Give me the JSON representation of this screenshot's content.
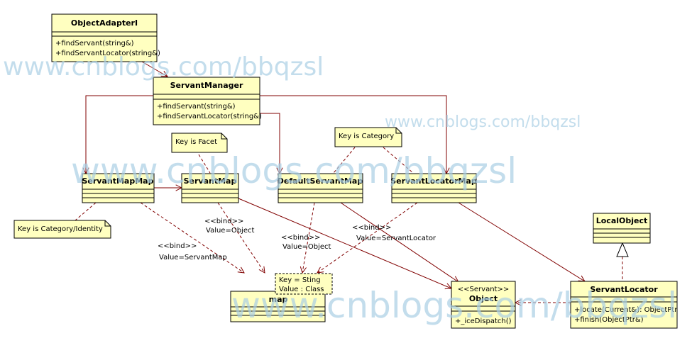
{
  "colors": {
    "box_fill": "#ffffc0",
    "box_stroke": "#000000",
    "line": "#800000",
    "watermark": "#a9cfe4"
  },
  "watermarks": [
    "www.cnblogs.com/bbqzsl",
    "www.cnblogs.com/bbqzsl",
    "www.cnblogs.com/bbqzsl",
    "www.cnblogs.com/bbqzsl"
  ],
  "classes": {
    "object_adapter": {
      "name": "ObjectAdapterI",
      "ops": [
        "+findServant(string&)",
        "+findServantLocator(string&)"
      ]
    },
    "servant_manager": {
      "name": "ServantManager",
      "ops": [
        "+findServant(string&)",
        "+findServantLocator(string&)"
      ]
    },
    "servant_map_map": {
      "name": "ServantMapMap"
    },
    "servant_map": {
      "name": "ServantMap"
    },
    "default_servant_map": {
      "name": "DefaultServantMap"
    },
    "servant_locator_map": {
      "name": "ServantLocatorMap"
    },
    "local_object": {
      "name": "LocalObject"
    },
    "servant_locator": {
      "name": "ServantLocator",
      "ops": [
        "+locate(Current&): ObjectPtr",
        "+finish(ObjectPtr&)"
      ]
    },
    "object": {
      "stereotype": "<<Servant>>",
      "name": "Object",
      "ops": [
        "+_iceDispatch()"
      ]
    },
    "map": {
      "name": "map",
      "template": [
        "Key = Sting",
        "Value : Class"
      ]
    }
  },
  "notes": {
    "facet": "Key is Facet",
    "category": "Key is Category",
    "category_identity": "Key is Category/Identity"
  },
  "bindings": {
    "servant_map_map": {
      "stereotype": "<<bind>>",
      "value": "Value=ServantMap"
    },
    "servant_map": {
      "stereotype": "<<bind>>",
      "value": "Value=Object"
    },
    "default_servant_map": {
      "stereotype": "<<bind>>",
      "value": "Value=Object"
    },
    "servant_locator_map": {
      "stereotype": "<<bind>>",
      "value": "Value=ServantLocator"
    }
  }
}
